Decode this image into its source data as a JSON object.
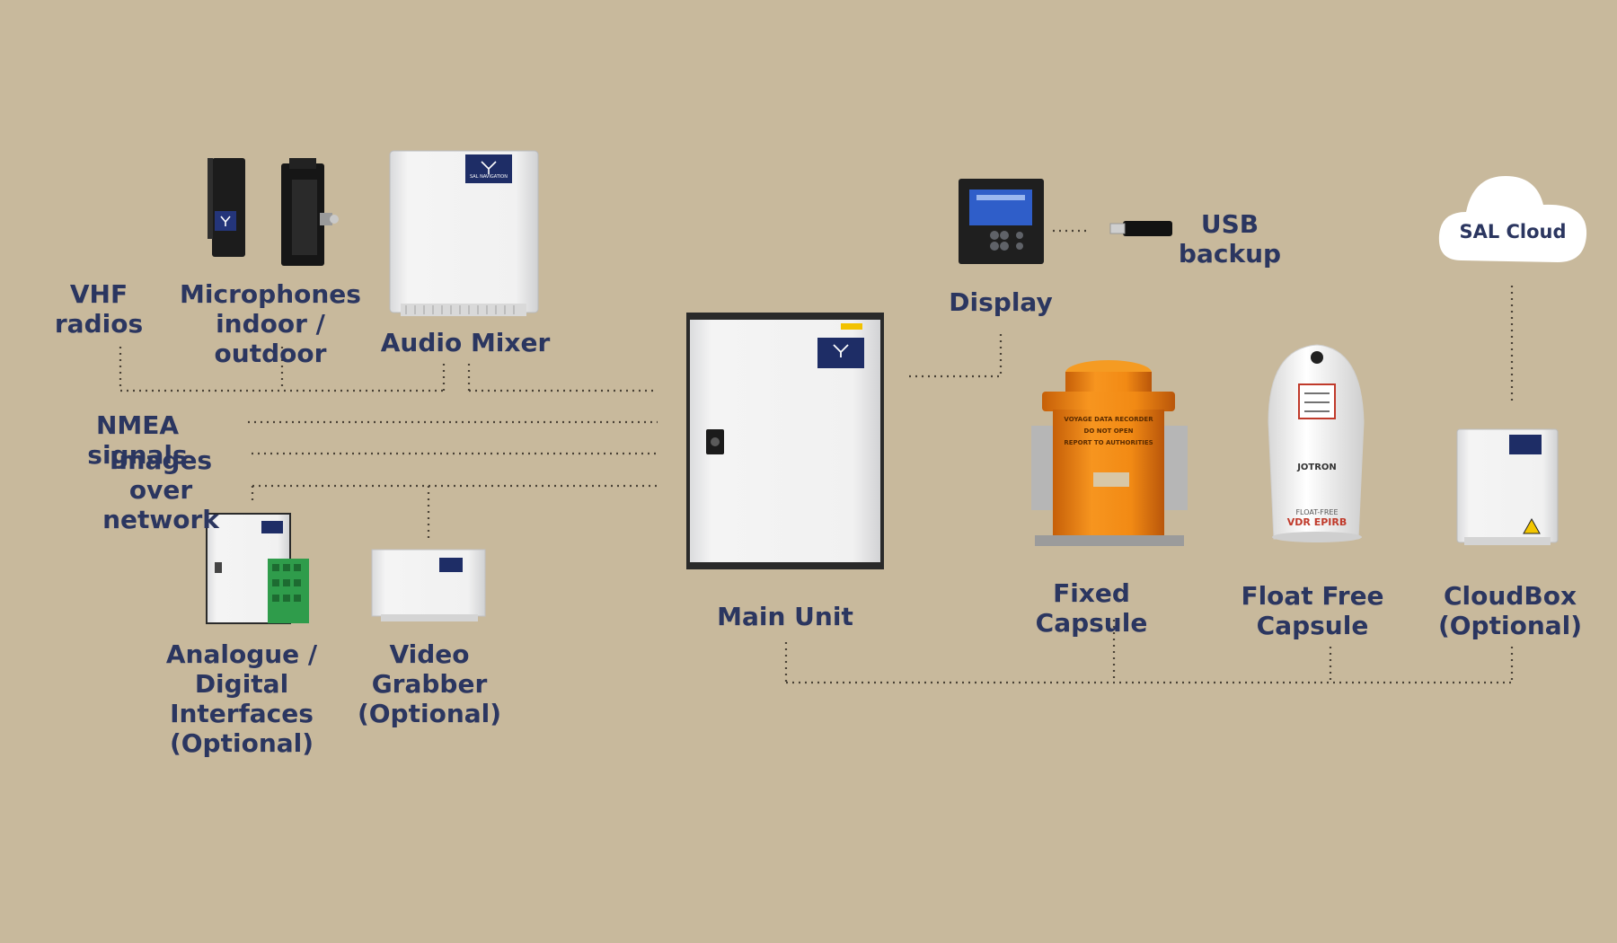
{
  "labels": {
    "vhf": "VHF\nradios",
    "microphones": "Microphones\nindoor / outdoor",
    "audio_mixer": "Audio Mixer",
    "nmea": "NMEA signals",
    "images": "Images over\nnetwork",
    "analogue": "Analogue / Digital\nInterfaces\n(Optional)",
    "video": "Video\nGrabber\n(Optional)",
    "main_unit": "Main Unit",
    "display": "Display",
    "usb": "USB\nbackup",
    "sal_cloud": "SAL Cloud",
    "fixed_capsule": "Fixed Capsule",
    "float_free": "Float Free\nCapsule",
    "cloudbox": "CloudBox\n(Optional)"
  },
  "device_text": {
    "brand": "SAL NAVIGATION",
    "capsule_text": "VOYAGE DATA RECORDER\nDO NOT OPEN\nREPORT TO AUTHORITIES",
    "float_brand": "JOTRON",
    "float_line1": "FLOAT-FREE",
    "float_line2": "VDR EPIRB"
  },
  "colors": {
    "background": "#c8b99c",
    "label": "#2b3660",
    "brand_navy": "#1e2d66",
    "capsule_orange": "#f08a1a",
    "connector": "#4a4236"
  }
}
